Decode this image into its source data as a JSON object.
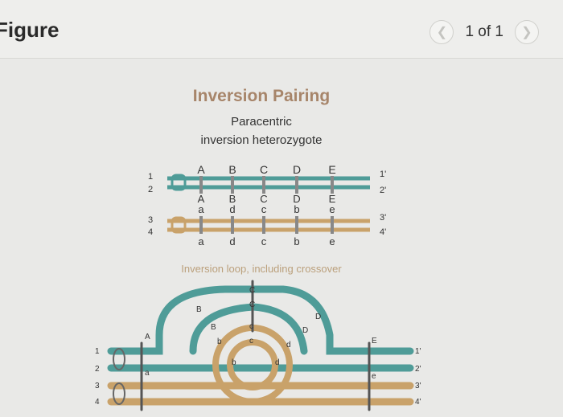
{
  "header": {
    "title": "Figure",
    "page_count": "1 of 1",
    "prev_icon": "chevron-left-icon",
    "next_icon": "chevron-right-icon"
  },
  "figure": {
    "title": "Inversion Pairing",
    "subtitle_line1": "Paracentric",
    "subtitle_line2": "inversion heterozygote",
    "loop_caption": "Inversion loop, including crossover",
    "top_chromatid_nums_left": [
      "1",
      "2"
    ],
    "top_chromatid_nums_right": [
      "1'",
      "2'"
    ],
    "bottom_chromatid_nums_left": [
      "3",
      "4"
    ],
    "bottom_chromatid_nums_right": [
      "3'",
      "4'"
    ],
    "top_gene_labels": [
      "A",
      "B",
      "C",
      "D",
      "E"
    ],
    "mid_upper_labels": [
      "A",
      "B",
      "C",
      "D",
      "E"
    ],
    "mid_lower_labels": [
      "a",
      "d",
      "c",
      "b",
      "e"
    ],
    "bottom_gene_labels": [
      "a",
      "d",
      "c",
      "b",
      "e"
    ],
    "loop_nums_left": [
      "1",
      "2",
      "3",
      "4"
    ],
    "loop_nums_right": [
      "1'",
      "2'",
      "3'",
      "4'"
    ],
    "loop_labels": {
      "A": "A",
      "a": "a",
      "B_outer": "B",
      "B_inner": "B",
      "C_outer": "C",
      "C_mid": "C",
      "c_inner": "c",
      "c_core": "c",
      "D_outer": "D",
      "D_inner": "D",
      "b_inner": "b",
      "b_core": "b",
      "d_inner": "d",
      "d_core": "d",
      "E": "E",
      "e": "e"
    },
    "colors": {
      "teal": "#4f9c98",
      "tan": "#c9a26a",
      "title": "#a7856a",
      "caption": "#bba07c"
    }
  }
}
